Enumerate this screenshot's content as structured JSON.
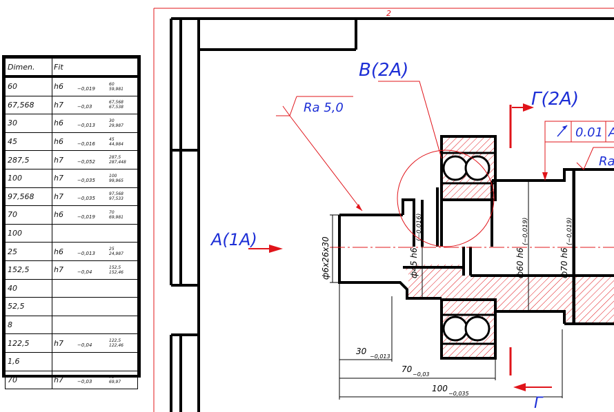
{
  "table": {
    "headers": [
      "Dimen.",
      "Fit"
    ],
    "rows": [
      {
        "dim": "60",
        "fit": "h6",
        "dev": "−0,019",
        "max": "60",
        "min": "59,981"
      },
      {
        "dim": "67,568",
        "fit": "h7",
        "dev": "−0,03",
        "max": "67,568",
        "min": "67,538"
      },
      {
        "dim": "30",
        "fit": "h6",
        "dev": "−0,013",
        "max": "30",
        "min": "29,987"
      },
      {
        "dim": "45",
        "fit": "h6",
        "dev": "−0,016",
        "max": "45",
        "min": "44,984"
      },
      {
        "dim": "287,5",
        "fit": "h7",
        "dev": "−0,052",
        "max": "287,5",
        "min": "287,448"
      },
      {
        "dim": "100",
        "fit": "h7",
        "dev": "−0,035",
        "max": "100",
        "min": "99,965"
      },
      {
        "dim": "97,568",
        "fit": "h7",
        "dev": "−0,035",
        "max": "97,568",
        "min": "97,533"
      },
      {
        "dim": "70",
        "fit": "h6",
        "dev": "−0,019",
        "max": "70",
        "min": "69,981"
      },
      {
        "dim": "100",
        "fit": "",
        "dev": "",
        "max": "",
        "min": ""
      },
      {
        "dim": "25",
        "fit": "h6",
        "dev": "−0,013",
        "max": "25",
        "min": "24,987"
      },
      {
        "dim": "152,5",
        "fit": "h7",
        "dev": "−0,04",
        "max": "152,5",
        "min": "152,46"
      },
      {
        "dim": "40",
        "fit": "",
        "dev": "",
        "max": "",
        "min": ""
      },
      {
        "dim": "52,5",
        "fit": "",
        "dev": "",
        "max": "",
        "min": ""
      },
      {
        "dim": "8",
        "fit": "",
        "dev": "",
        "max": "",
        "min": ""
      },
      {
        "dim": "122,5",
        "fit": "h7",
        "dev": "−0,04",
        "max": "122,5",
        "min": "122,46"
      },
      {
        "dim": "1,6",
        "fit": "",
        "dev": "",
        "max": "",
        "min": ""
      },
      {
        "dim": "70",
        "fit": "h7",
        "dev": "−0,03",
        "max": "70",
        "min": "69,97"
      }
    ]
  },
  "drawing": {
    "sheet_number": "2",
    "view_b": "B(2A)",
    "view_g": "Г(2A)",
    "view_a": "A(1A)",
    "section_g": "Г",
    "roughness_main": "Ra 5,0",
    "roughness_right": "Ra",
    "runout_value": "0.01",
    "runout_datum": "A",
    "dia_spline": "ф6х26х30",
    "dia_45": "ф45 h6",
    "dia_45_tol": "(−0,016)",
    "dia_60": "ф60 h6",
    "dia_60_tol": "(−0,019)",
    "dia_70": "ф70 h6",
    "dia_70_tol": "(−0,019)",
    "len_30": "30",
    "len_30_tol": "−0,013",
    "len_70": "70",
    "len_70_tol": "−0,03",
    "len_100": "100",
    "len_100_tol": "−0,035",
    "colors": {
      "annotation_blue": "#1d2fd6",
      "construction_red": "#e0141a",
      "outline_black": "#000000"
    }
  }
}
